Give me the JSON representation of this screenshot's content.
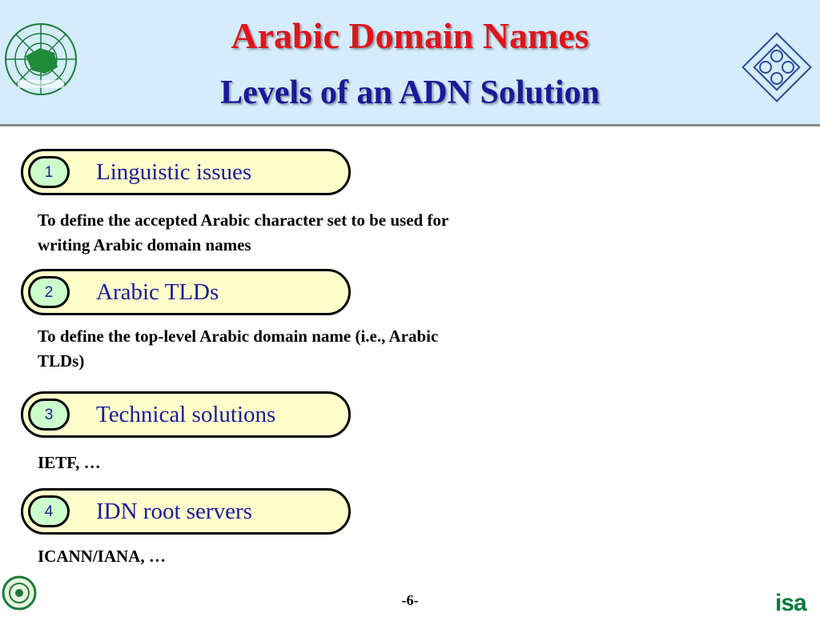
{
  "header": {
    "title": "Arabic Domain Names",
    "subtitle": "Levels of an ADN Solution",
    "colors": {
      "background": "#d4ecfb",
      "title": "#e0141c",
      "subtitle": "#1a1a9a"
    },
    "left_logo": "saudi-network-globe-logo",
    "right_logo": "kacst-logo"
  },
  "levels": [
    {
      "number": "1",
      "label": "Linguistic issues",
      "description": "To define the accepted Arabic character set to be used for writing Arabic domain names"
    },
    {
      "number": "2",
      "label": "Arabic TLDs",
      "description": "To define the top-level Arabic domain name (i.e., Arabic TLDs)"
    },
    {
      "number": "3",
      "label": "Technical solutions",
      "description": "IETF, …"
    },
    {
      "number": "4",
      "label": "IDN root servers",
      "description": "ICANN/IANA, …"
    }
  ],
  "footer": {
    "page_number": "-6-",
    "brand": "isa",
    "left_logo": "arab-league-emblem"
  },
  "colors": {
    "pill_fill": "#ffffcc",
    "number_fill": "#ccffcc",
    "label_text": "#1a1a9a"
  }
}
